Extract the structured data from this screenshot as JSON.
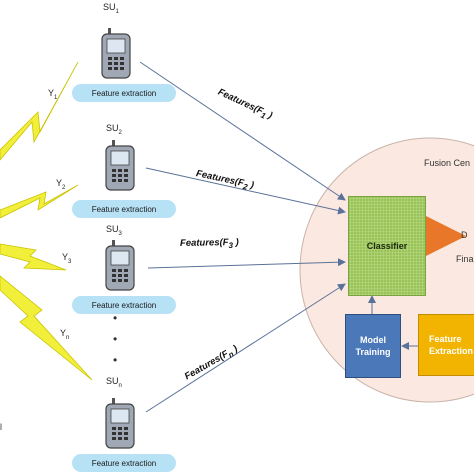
{
  "secondary_users": [
    {
      "su_base": "SU",
      "su_sub": "1",
      "feature_label": "Feature extraction",
      "y_base": "Y",
      "y_sub": "1",
      "feat_base": "Features(",
      "feat_sub": "F",
      "feat_idx": "1",
      "feat_close": " )"
    },
    {
      "su_base": "SU",
      "su_sub": "2",
      "feature_label": "Feature extraction",
      "y_base": "Y",
      "y_sub": "2",
      "feat_base": "Features(",
      "feat_sub": "F",
      "feat_idx": "2",
      "feat_close": " )"
    },
    {
      "su_base": "SU",
      "su_sub": "3",
      "feature_label": "Feature extraction",
      "y_base": "Y",
      "y_sub": "3",
      "feat_base": "Features(",
      "feat_sub": "F",
      "feat_idx": "3",
      "feat_close": " )"
    },
    {
      "su_base": "SU",
      "su_sub": "n",
      "feature_label": "Feature extraction",
      "y_base": "Y",
      "y_sub": "n",
      "feat_base": "Features(",
      "feat_sub": "F",
      "feat_idx": "n",
      "feat_close": " )"
    }
  ],
  "fusion_center": {
    "title": "Fusion Cen",
    "classifier": "Classifier",
    "model_training_line1": "Model",
    "model_training_line2": "Training",
    "feature_extraction_line1": "Feature",
    "feature_extraction_line2": "Extraction",
    "decision_line1": "D",
    "decision_line2": "Fina"
  },
  "dots": "•",
  "left_edge_letter": "l",
  "colors": {
    "lightning": "#f2ef3a",
    "lightning_stroke": "#c9c300",
    "feature_box": "#b7e1f5",
    "fusion_fill": "#fbe8e0",
    "classifier": "#9ac45a",
    "model_training": "#4a78b8",
    "feature_extraction": "#f2b400",
    "output_arrow": "#e8772a"
  }
}
